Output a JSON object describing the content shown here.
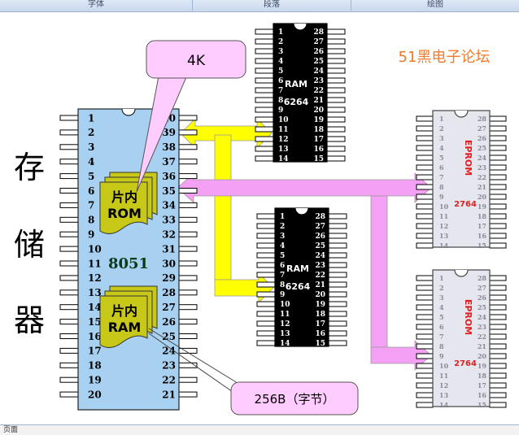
{
  "ribbon": {
    "groups": [
      "字体",
      "段落",
      "绘图"
    ]
  },
  "side_label": {
    "chars": [
      "存",
      "储",
      "器"
    ]
  },
  "watermark": "51黑电子论坛",
  "callouts": {
    "rom_size": "4K",
    "ram_size": "256B（字节）"
  },
  "mcu": {
    "name": "8051",
    "left_pins": [
      "1",
      "2",
      "3",
      "4",
      "5",
      "6",
      "7",
      "8",
      "9",
      "10",
      "11",
      "12",
      "13",
      "14",
      "15",
      "16",
      "17",
      "18",
      "19",
      "20"
    ],
    "right_pins": [
      "40",
      "39",
      "38",
      "37",
      "36",
      "35",
      "34",
      "33",
      "32",
      "31",
      "30",
      "29",
      "28",
      "27",
      "26",
      "25",
      "24",
      "23",
      "22",
      "21"
    ],
    "rom_label_1": "片内",
    "rom_label_2": "ROM",
    "ram_label_1": "片内",
    "ram_label_2": "RAM"
  },
  "ram_chip": {
    "label_1": "RAM",
    "label_2": "6264",
    "left_pins": [
      "1",
      "2",
      "3",
      "4",
      "5",
      "6",
      "7",
      "8",
      "9",
      "10",
      "11",
      "12",
      "13",
      "14"
    ],
    "right_pins": [
      "28",
      "27",
      "26",
      "25",
      "24",
      "23",
      "22",
      "21",
      "20",
      "19",
      "18",
      "17",
      "16",
      "15"
    ]
  },
  "eprom_chip": {
    "label": "EPROM",
    "number": "2764",
    "left_pins": [
      "1",
      "2",
      "3",
      "4",
      "5",
      "6",
      "7",
      "8",
      "9",
      "10",
      "11",
      "12",
      "13",
      "14"
    ],
    "right_pins": [
      "28",
      "27",
      "26",
      "25",
      "24",
      "23",
      "22",
      "21",
      "20",
      "19",
      "18",
      "17",
      "16",
      "15"
    ]
  },
  "status": {
    "text": "页面"
  },
  "colors": {
    "mcu_fill": "#a8d0f0",
    "memory_fill": "#c8c818",
    "yellow_arrow": "#ffff00",
    "pink_arrow": "#f4a0f4",
    "callout_fill": "#ffccff",
    "eprom_label": "#e02020",
    "watermark": "#f07a2a"
  }
}
